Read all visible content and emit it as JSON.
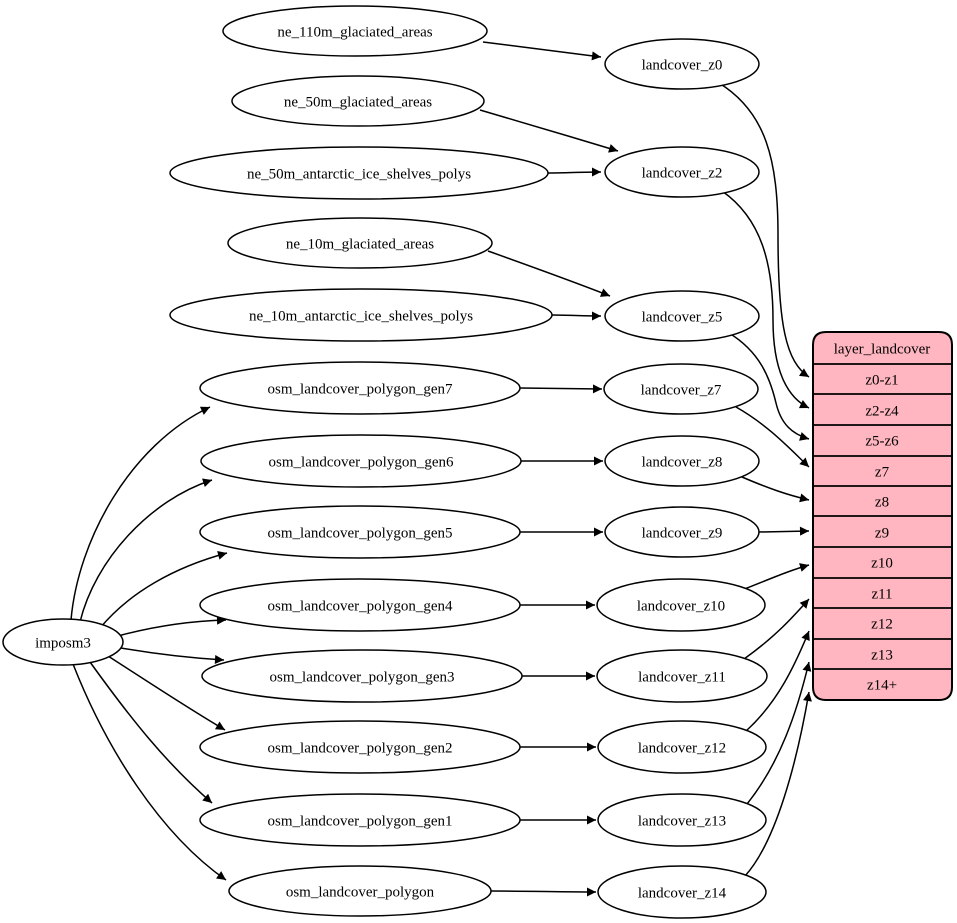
{
  "diagram": {
    "kind": "dependency-graph",
    "background": "#ffffff",
    "edge_color": "#000000",
    "node_fill": "#ffffff",
    "node_stroke": "#000000"
  },
  "nodes": {
    "importer": "imposm3",
    "sources": [
      "ne_110m_glaciated_areas",
      "ne_50m_glaciated_areas",
      "ne_50m_antarctic_ice_shelves_polys",
      "ne_10m_glaciated_areas",
      "ne_10m_antarctic_ice_shelves_polys",
      "osm_landcover_polygon_gen7",
      "osm_landcover_polygon_gen6",
      "osm_landcover_polygon_gen5",
      "osm_landcover_polygon_gen4",
      "osm_landcover_polygon_gen3",
      "osm_landcover_polygon_gen2",
      "osm_landcover_polygon_gen1",
      "osm_landcover_polygon"
    ],
    "generalized": [
      "landcover_z0",
      "landcover_z2",
      "landcover_z5",
      "landcover_z7",
      "landcover_z8",
      "landcover_z9",
      "landcover_z10",
      "landcover_z11",
      "landcover_z12",
      "landcover_z13",
      "landcover_z14"
    ]
  },
  "table": {
    "title": "layer_landcover",
    "rows": [
      "z0-z1",
      "z2-z4",
      "z5-z6",
      "z7",
      "z8",
      "z9",
      "z10",
      "z11",
      "z12",
      "z13",
      "z14+"
    ],
    "fill": "#ffb6c1",
    "stroke": "#000000"
  },
  "edges": [
    {
      "from": "imposm3",
      "to": "osm_landcover_polygon_gen7"
    },
    {
      "from": "imposm3",
      "to": "osm_landcover_polygon_gen6"
    },
    {
      "from": "imposm3",
      "to": "osm_landcover_polygon_gen5"
    },
    {
      "from": "imposm3",
      "to": "osm_landcover_polygon_gen4"
    },
    {
      "from": "imposm3",
      "to": "osm_landcover_polygon_gen3"
    },
    {
      "from": "imposm3",
      "to": "osm_landcover_polygon_gen2"
    },
    {
      "from": "imposm3",
      "to": "osm_landcover_polygon_gen1"
    },
    {
      "from": "imposm3",
      "to": "osm_landcover_polygon"
    },
    {
      "from": "ne_110m_glaciated_areas",
      "to": "landcover_z0"
    },
    {
      "from": "ne_50m_glaciated_areas",
      "to": "landcover_z2"
    },
    {
      "from": "ne_50m_antarctic_ice_shelves_polys",
      "to": "landcover_z2"
    },
    {
      "from": "ne_10m_glaciated_areas",
      "to": "landcover_z5"
    },
    {
      "from": "ne_10m_antarctic_ice_shelves_polys",
      "to": "landcover_z5"
    },
    {
      "from": "osm_landcover_polygon_gen7",
      "to": "landcover_z7"
    },
    {
      "from": "osm_landcover_polygon_gen6",
      "to": "landcover_z8"
    },
    {
      "from": "osm_landcover_polygon_gen5",
      "to": "landcover_z9"
    },
    {
      "from": "osm_landcover_polygon_gen4",
      "to": "landcover_z10"
    },
    {
      "from": "osm_landcover_polygon_gen3",
      "to": "landcover_z11"
    },
    {
      "from": "osm_landcover_polygon_gen2",
      "to": "landcover_z12"
    },
    {
      "from": "osm_landcover_polygon_gen1",
      "to": "landcover_z13"
    },
    {
      "from": "osm_landcover_polygon",
      "to": "landcover_z14"
    },
    {
      "from": "landcover_z0",
      "to": "layer_landcover.z0-z1"
    },
    {
      "from": "landcover_z2",
      "to": "layer_landcover.z2-z4"
    },
    {
      "from": "landcover_z5",
      "to": "layer_landcover.z5-z6"
    },
    {
      "from": "landcover_z7",
      "to": "layer_landcover.z7"
    },
    {
      "from": "landcover_z8",
      "to": "layer_landcover.z8"
    },
    {
      "from": "landcover_z9",
      "to": "layer_landcover.z9"
    },
    {
      "from": "landcover_z10",
      "to": "layer_landcover.z10"
    },
    {
      "from": "landcover_z11",
      "to": "layer_landcover.z11"
    },
    {
      "from": "landcover_z12",
      "to": "layer_landcover.z12"
    },
    {
      "from": "landcover_z13",
      "to": "layer_landcover.z13"
    },
    {
      "from": "landcover_z14",
      "to": "layer_landcover.z14+"
    }
  ]
}
